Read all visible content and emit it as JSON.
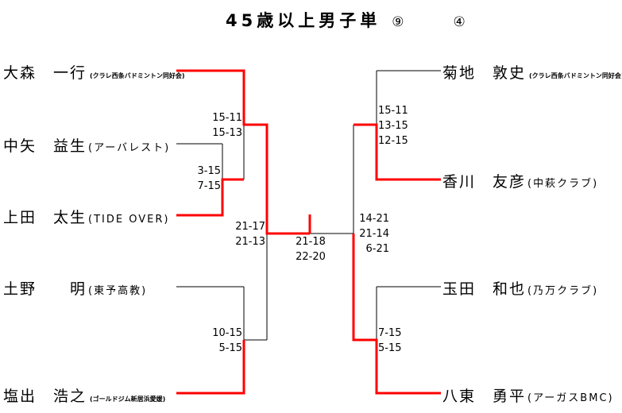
{
  "title": {
    "text": "45歳以上男子単",
    "seed_a": "⑨",
    "seed_b": "④"
  },
  "colors": {
    "winner_line": "#ff0000",
    "line": "#000000"
  },
  "left_players": [
    {
      "name": "大森　一行",
      "club": "(クラレ西条バドミントン同好会)",
      "small": true
    },
    {
      "name": "中矢　益生",
      "club": "(アーバレスト)",
      "small": false
    },
    {
      "name": "上田　太生",
      "club": "(TIDE OVER)",
      "small": false
    },
    {
      "name": "土野　　明",
      "club": "(東予高教)",
      "small": false
    },
    {
      "name": "塩出　浩之",
      "club": "(ゴールドジム新居浜愛媛)",
      "small": true
    }
  ],
  "right_players": [
    {
      "name": "菊地　敦史",
      "club": "(クラレ西条バドミントン同好会)",
      "small": true
    },
    {
      "name": "香川　友彦",
      "club": "(中萩クラブ)",
      "small": false
    },
    {
      "name": "玉田　和也",
      "club": "(乃万クラブ)",
      "small": false
    },
    {
      "name": "八東　勇平",
      "club": "(アーガスBMC)",
      "small": false
    }
  ],
  "scores": {
    "left_r1": [
      "3-15",
      "7-15"
    ],
    "left_r2_top": [
      "15-11",
      "15-13"
    ],
    "left_r2_bottom": [
      "10-15",
      "5-15"
    ],
    "left_semi": [
      "21-17",
      "21-13"
    ],
    "final": [
      "21-18",
      "22-20"
    ],
    "right_semi": [
      "14-21",
      "21-14",
      "6-21"
    ],
    "right_top": [
      "15-11",
      "13-15",
      "12-15"
    ],
    "right_bottom": [
      "7-15",
      "5-15"
    ]
  }
}
